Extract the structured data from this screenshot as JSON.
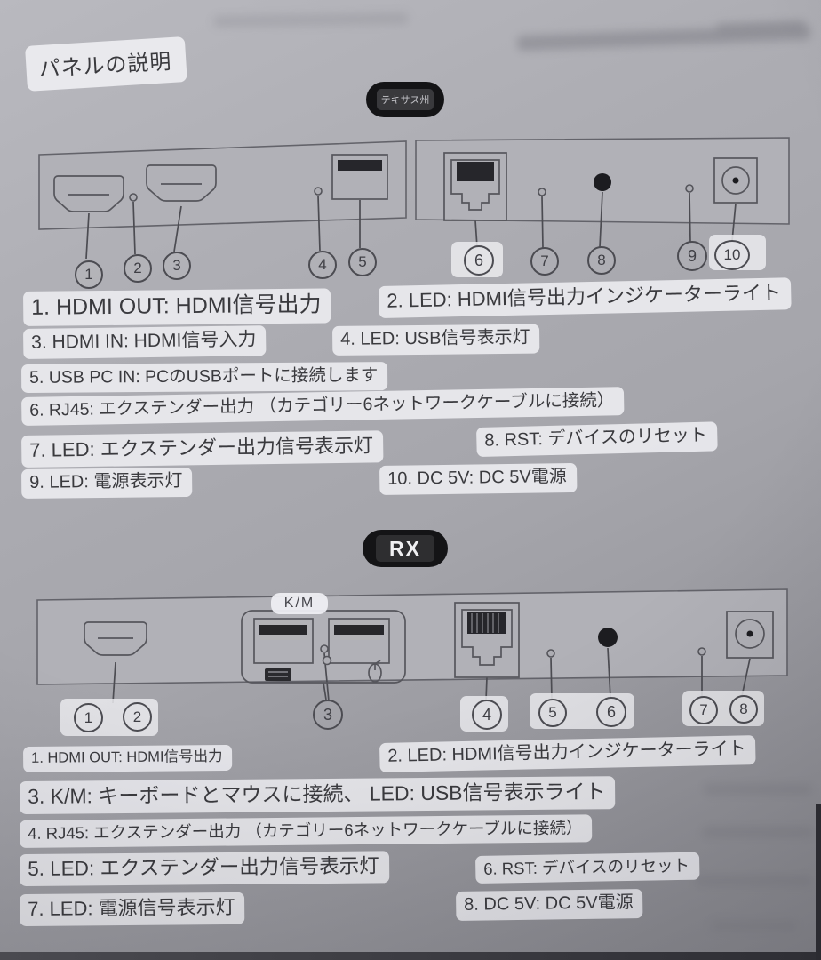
{
  "title": "パネルの説明",
  "colors": {
    "paper": "#a8a8ae",
    "overlay_box": "#e9e9ed",
    "ink": "#3a3a3e",
    "diagram_line": "#56565c",
    "badge_black": "#141416"
  },
  "tx": {
    "badge_label": "テキサス州",
    "callouts": [
      "1",
      "2",
      "3",
      "4",
      "5",
      "6",
      "7",
      "8",
      "9",
      "10"
    ],
    "descriptions": [
      "1. HDMI OUT: HDMI信号出力",
      "2. LED: HDMI信号出力インジケーターライト",
      "3. HDMI IN: HDMI信号入力",
      "4. LED: USB信号表示灯",
      "5. USB PC IN: PCのUSBポートに接続します",
      "6. RJ45: エクステンダー出力 （カテゴリー6ネットワークケーブルに接続）",
      "7. LED: エクステンダー出力信号表示灯",
      "8. RST: デバイスのリセット",
      "9. LED: 電源表示灯",
      "10. DC 5V: DC 5V電源"
    ]
  },
  "rx": {
    "badge_label": "RX",
    "km_label": "K/M",
    "callouts": [
      "1",
      "2",
      "3",
      "4",
      "5",
      "6",
      "7",
      "8"
    ],
    "descriptions": [
      "1. HDMI OUT: HDMI信号出力",
      "2. LED: HDMI信号出力インジケーターライト",
      "3. K/M: キーボードとマウスに接続、 LED: USB信号表示ライト",
      "4. RJ45: エクステンダー出力 （カテゴリー6ネットワークケーブルに接続）",
      "5. LED: エクステンダー出力信号表示灯",
      "6. RST: デバイスのリセット",
      "7. LED: 電源信号表示灯",
      "8. DC 5V: DC 5V電源"
    ]
  }
}
